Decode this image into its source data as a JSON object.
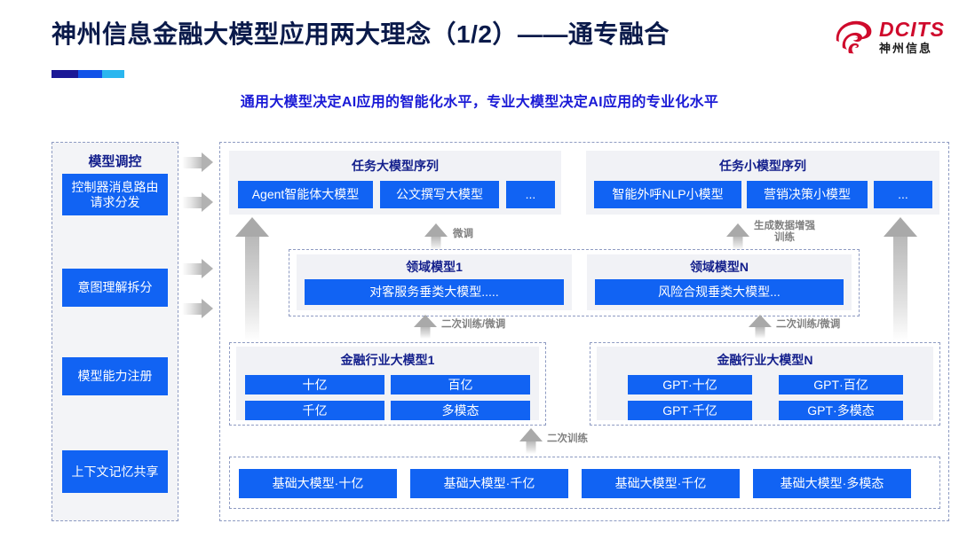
{
  "header": {
    "title": "神州信息金融大模型应用两大理念（1/2）——通专融合",
    "subtitle": "通用大模型决定AI应用的智能化水平，专业大模型决定AI应用的专业化水平",
    "logo": {
      "en": "DCITS",
      "cn": "神州信息"
    },
    "accent_colors": [
      "#1b1896",
      "#1152e8",
      "#2ab6ef"
    ]
  },
  "colors": {
    "blue_box": "#1163f3",
    "group_title": "#131f8c",
    "panel_bg": "#f1f2f6",
    "dash_border": "#8e9bc2",
    "arrow_label": "#808080",
    "subtitle_blue": "#1a1ad6",
    "logo_red": "#cf0a2c"
  },
  "sidebar": {
    "title": "模型调控",
    "items": [
      {
        "label": "控制器消息路由请求分发"
      },
      {
        "label": "意图理解拆分"
      },
      {
        "label": "模型能力注册"
      },
      {
        "label": "上下文记忆共享"
      }
    ]
  },
  "task_sequences": [
    {
      "title": "任务大模型序列",
      "boxes": [
        "Agent智能体大模型",
        "公文撰写大模型",
        "..."
      ]
    },
    {
      "title": "任务小模型序列",
      "boxes": [
        "智能外呼NLP小模型",
        "营销决策小模型",
        "..."
      ]
    }
  ],
  "domain_models": [
    {
      "title": "领域模型1",
      "box": "对客服务垂类大模型....."
    },
    {
      "title": "领域模型N",
      "box": "风险合规垂类大模型..."
    }
  ],
  "industry_models": [
    {
      "title": "金融行业大模型1",
      "boxes": [
        "十亿",
        "百亿",
        "千亿",
        "多模态"
      ]
    },
    {
      "title": "金融行业大模型N",
      "boxes": [
        "GPT·十亿",
        "GPT·百亿",
        "GPT·千亿",
        "GPT·多模态"
      ]
    }
  ],
  "base_models": [
    "基础大模型·十亿",
    "基础大模型·千亿",
    "基础大模型·千亿",
    "基础大模型·多模态"
  ],
  "arrow_labels": {
    "finetune": "微调",
    "data_aug": "生成数据增强",
    "data_aug_2": "训练",
    "retrain_finetune_left": "二次训练/微调",
    "retrain_finetune_right": "二次训练/微调",
    "retrain": "二次训练"
  }
}
